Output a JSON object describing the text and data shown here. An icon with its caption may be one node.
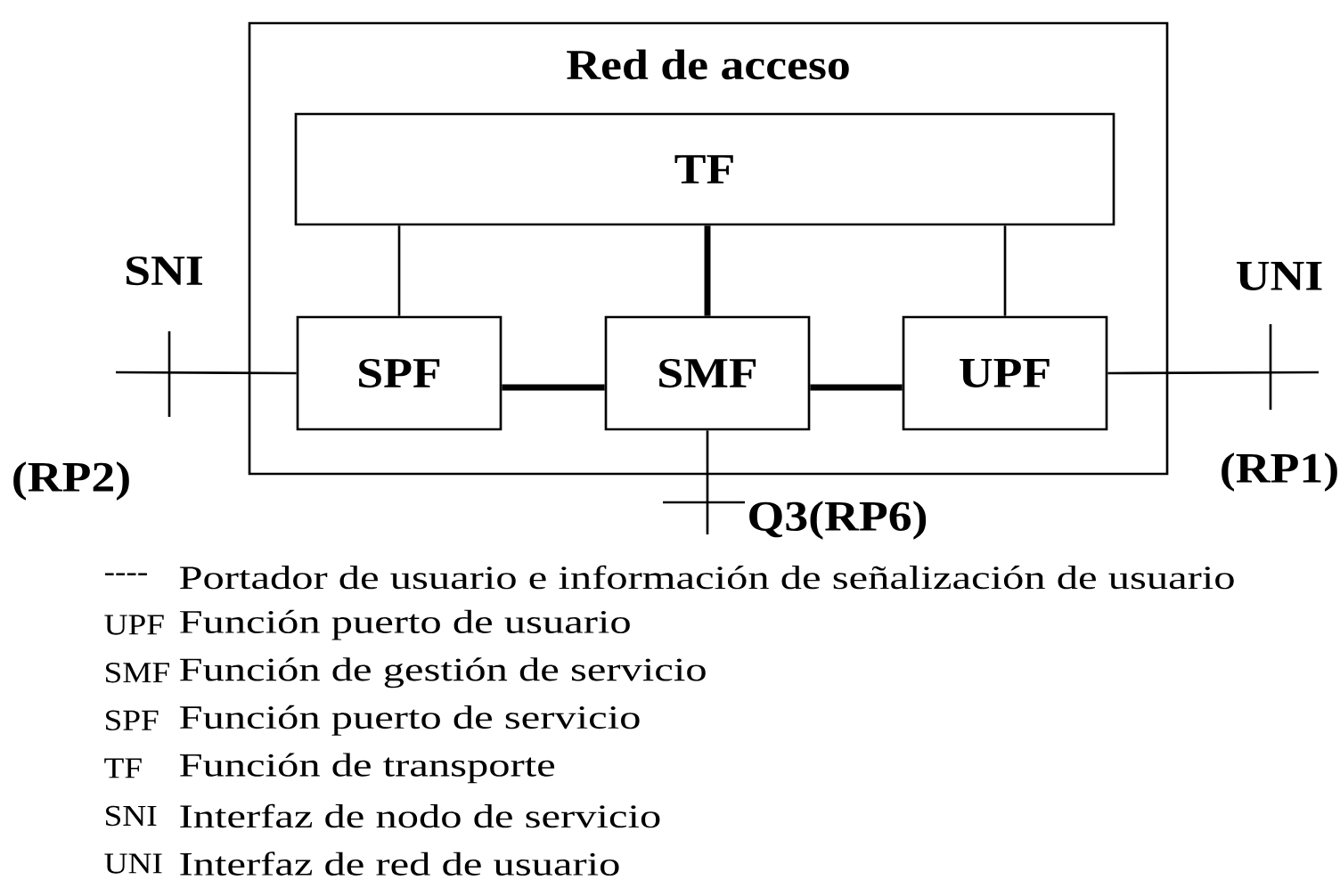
{
  "diagram": {
    "nodes": [
      {
        "text": [
          "Red de acceso"
        ]
      },
      {
        "text": [
          "TF"
        ],
        "in": 0
      },
      {
        "text": [
          "SPF"
        ],
        "in": 0
      },
      {
        "text": [
          "SMF"
        ],
        "in": 0
      },
      {
        "text": [
          "UPF"
        ],
        "in": 0
      }
    ],
    "edges": [
      {
        "from": 1,
        "to": 2,
        "arrow": "none"
      },
      {
        "from": 1,
        "to": 3,
        "arrow": "none",
        "style": "thick"
      },
      {
        "from": 1,
        "to": 4,
        "arrow": "none"
      },
      {
        "from": 2,
        "to": 3,
        "arrow": "none",
        "style": "thick"
      },
      {
        "from": 3,
        "to": 4,
        "arrow": "none",
        "style": "thick"
      },
      {
        "from": null,
        "to": 2,
        "arrow": "none"
      },
      {
        "from": 4,
        "to": null,
        "arrow": "none"
      },
      {
        "from": 3,
        "to": null,
        "arrow": "none"
      }
    ],
    "labels": [
      "SNI",
      "UNI",
      "(RP2)",
      "(RP1)",
      "Q3(RP6)",
      "----",
      "Portador de usuario e información de señalización de usuario",
      "UPF",
      "Función puerto de usuario",
      "SMF",
      "Función de gestión de servicio",
      "SPF",
      "Función puerto de servicio",
      "TF",
      "Función de transporte",
      "SNI",
      "Interfaz de nodo de servicio",
      "UNI",
      "Interfaz de red de usuario"
    ]
  }
}
